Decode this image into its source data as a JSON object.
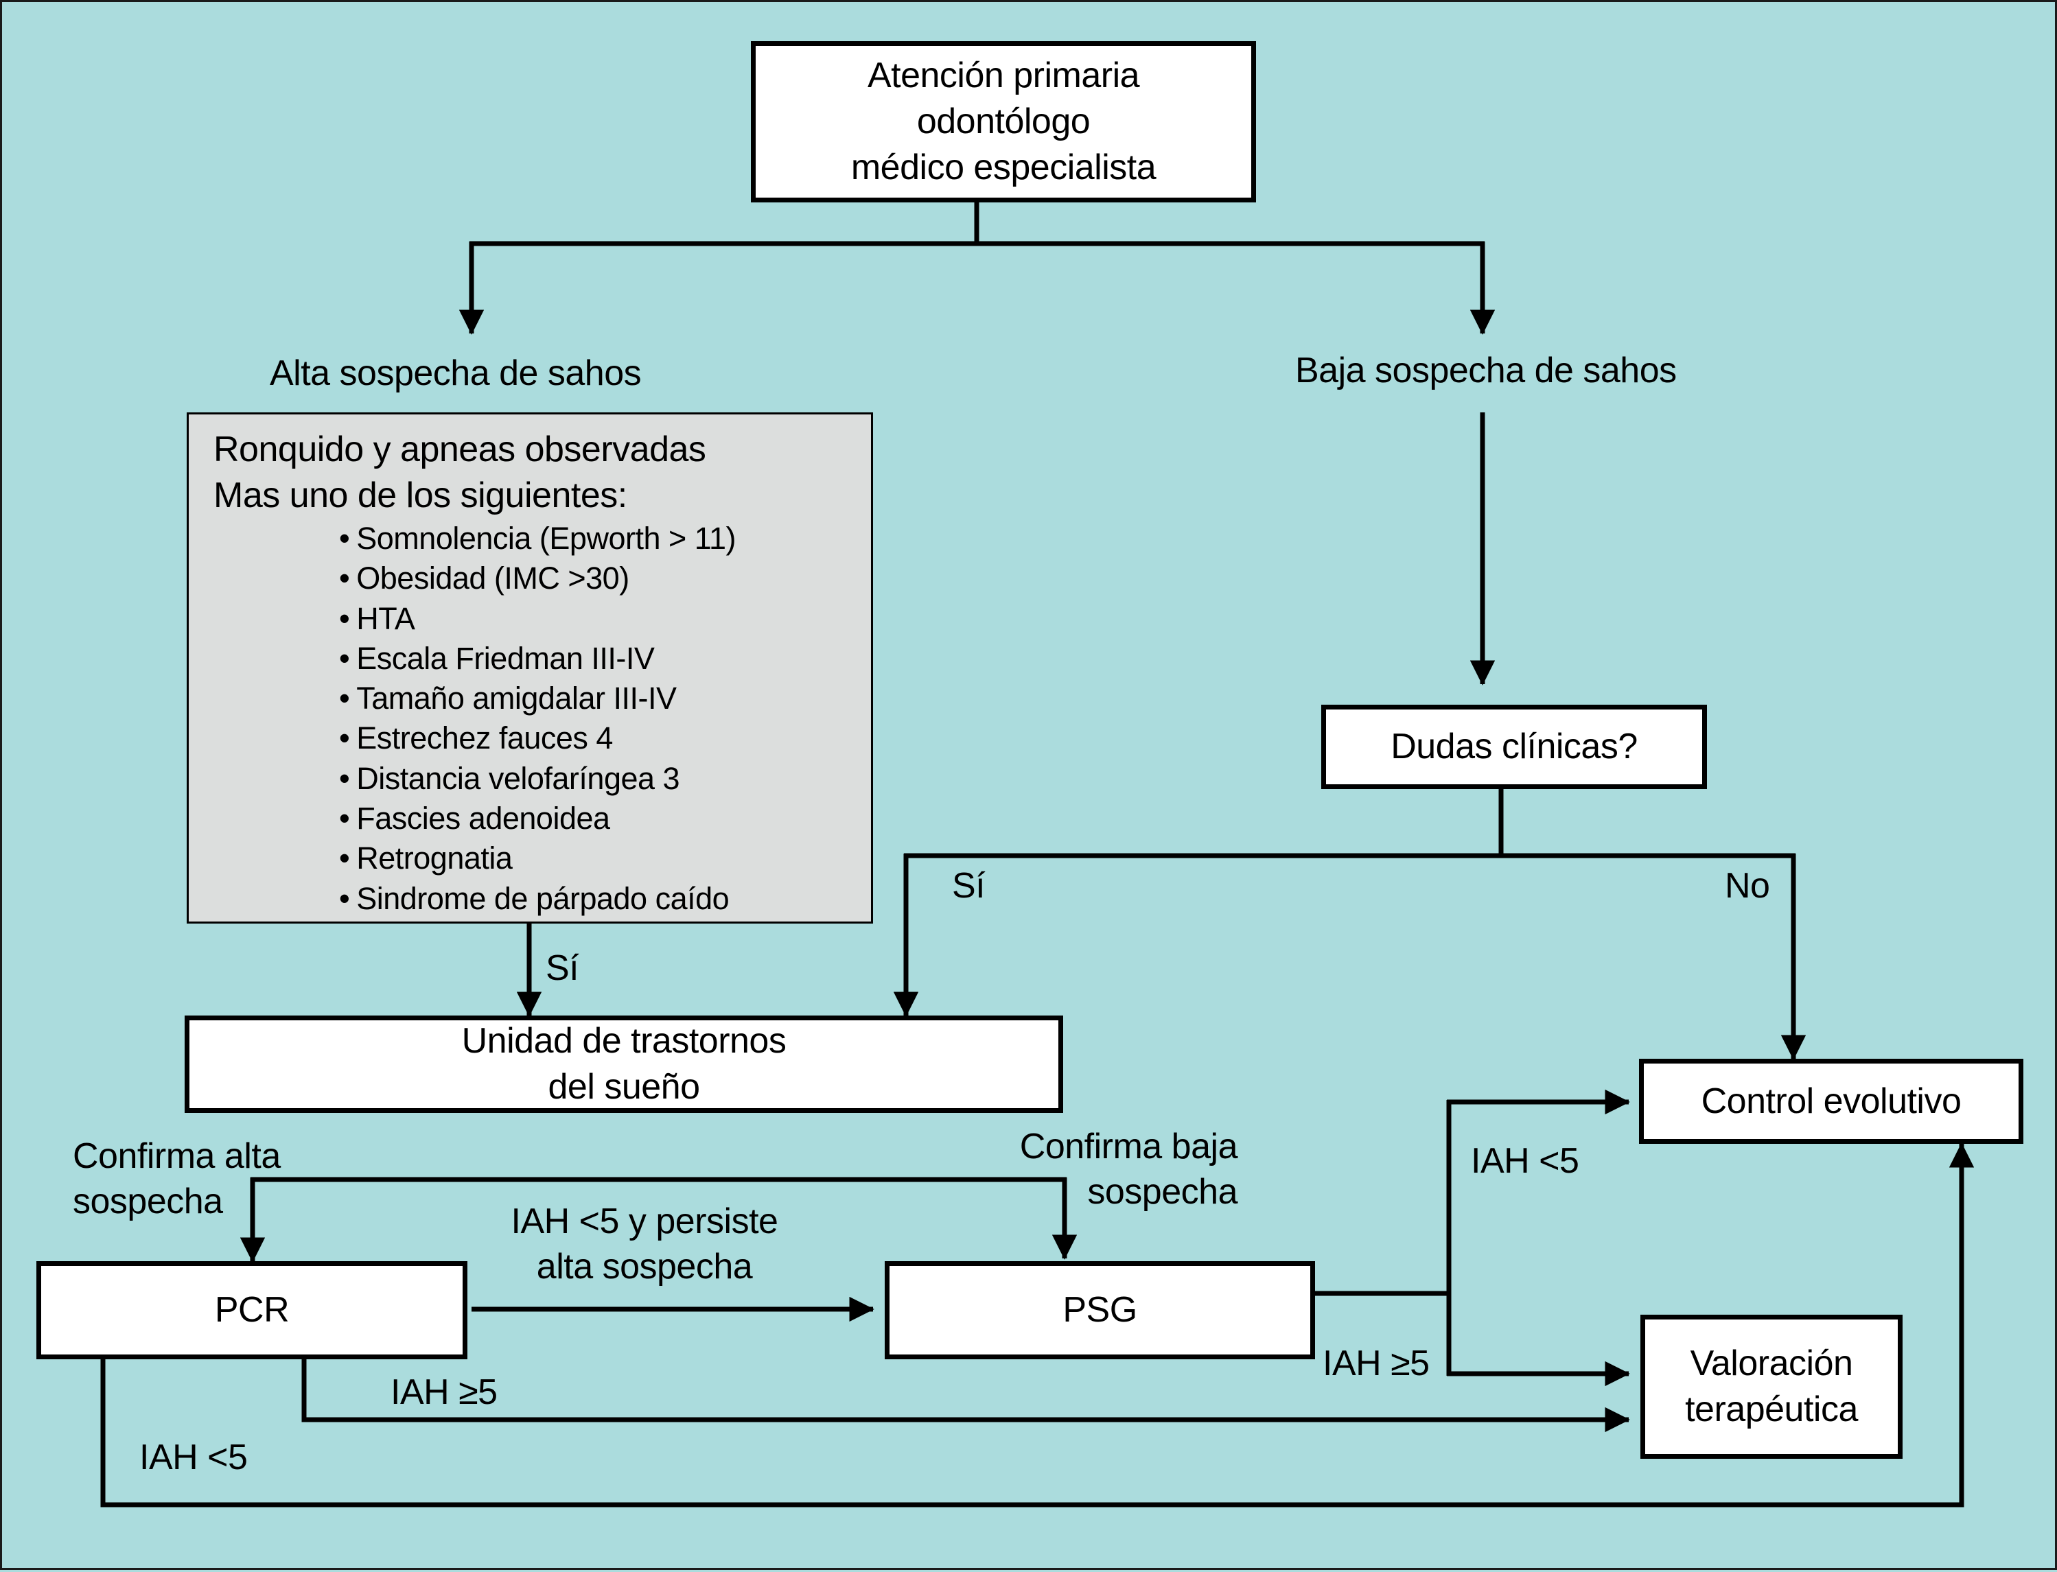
{
  "diagram": {
    "title_box": {
      "lines": [
        "Atención primaria",
        "odontólogo",
        "médico especialista"
      ]
    },
    "branches": {
      "high_suspicion": "Alta sospecha de sahos",
      "low_suspicion": "Baja sospecha de sahos"
    },
    "criteria_box": {
      "heading_1": "Ronquido y apneas observadas",
      "heading_2": "Mas uno de los siguientes:",
      "items": [
        "Somnolencia (Epworth > 11)",
        "Obesidad (IMC >30)",
        "HTA",
        "Escala Friedman III-IV",
        "Tamaño amigdalar III-IV",
        "Estrechez fauces 4",
        "Distancia velofaríngea 3",
        "Fascies adenoidea",
        "Retrognatia",
        "Sindrome de párpado caído"
      ]
    },
    "doubts_box": {
      "label": "Dudas clínicas?"
    },
    "edge_labels": {
      "yes_criteria": "Sí",
      "yes_doubts": "Sí",
      "no_doubts": "No",
      "confirm_high": [
        "Confirma alta",
        "sospecha"
      ],
      "confirm_low": [
        "Confirma baja",
        "sospecha"
      ],
      "pcr_to_psg": [
        "IAH <5 y persiste",
        "alta sospecha"
      ],
      "psg_low": "IAH <5",
      "psg_high": "IAH ≥5",
      "pcr_high": "IAH ≥5",
      "pcr_low": "IAH <5"
    },
    "sleep_unit_box": {
      "lines": [
        "Unidad de trastornos",
        "del sueño"
      ]
    },
    "pcr_box": {
      "label": "PCR"
    },
    "psg_box": {
      "label": "PSG"
    },
    "control_box": {
      "label": "Control evolutivo"
    },
    "therapy_box": {
      "lines": [
        "Valoración",
        "terapéutica"
      ]
    }
  },
  "colors": {
    "background": "#abdcdd",
    "criteria_fill": "#dcdedd",
    "box_fill": "#ffffff",
    "line": "#000000"
  }
}
